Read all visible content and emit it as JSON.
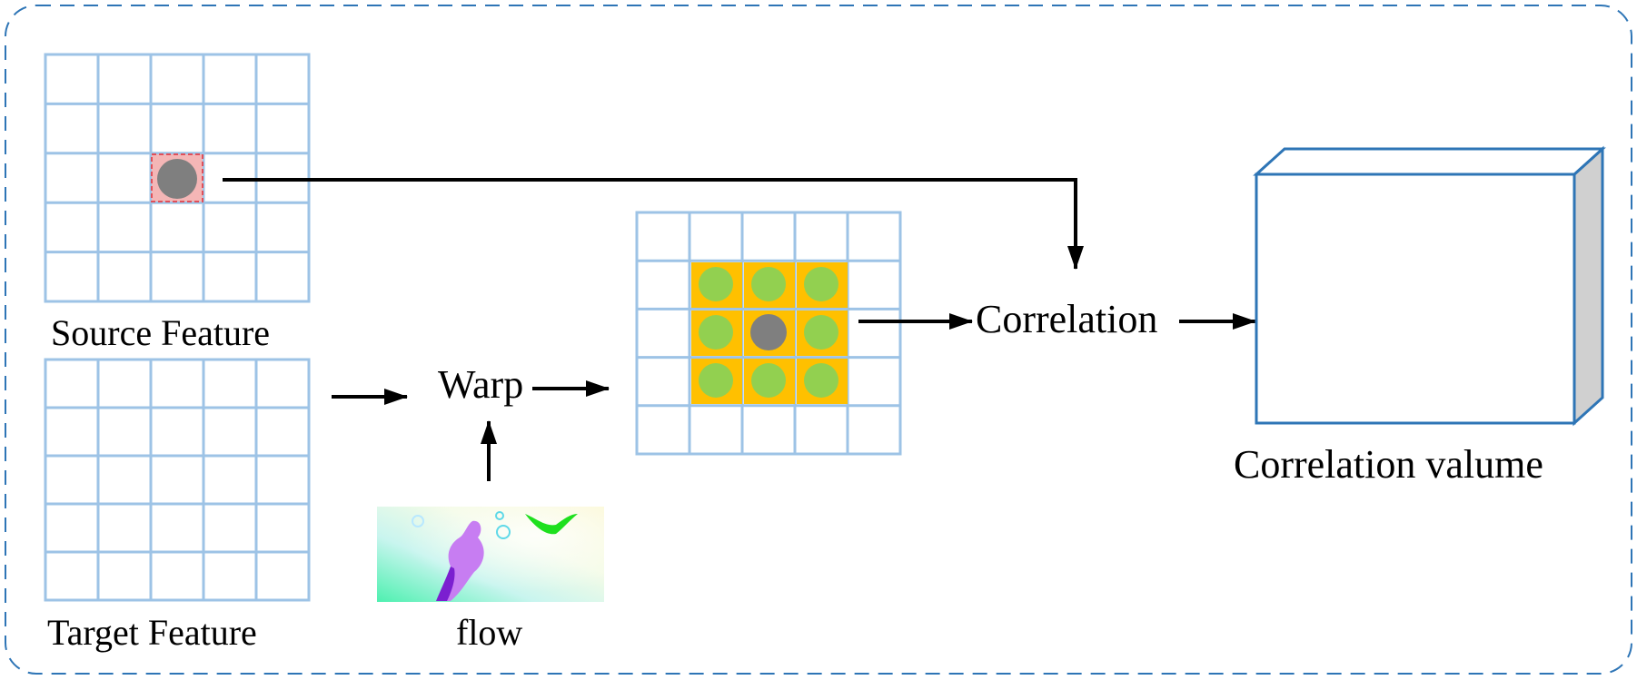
{
  "labels": {
    "source_feature": "Source Feature",
    "target_feature": "Target Feature",
    "warp": "Warp",
    "flow": "flow",
    "correlation": "Correlation",
    "correlation_volume": "Correlation valume"
  },
  "colors": {
    "frame_dash": "#2e75b6",
    "grid_line": "#9dc3e6",
    "source_highlight_fill": "#f4b6b6",
    "source_highlight_border": "#e0505a",
    "center_point": "#7f7f7f",
    "neighborhood_fill": "#ffc000",
    "neighbor_point": "#92d050",
    "volume_edge": "#2e75b6",
    "volume_side": "#d0d0d0",
    "arrow": "#000000"
  },
  "icons": {
    "flow_map": "optical-flow-visualization-image"
  }
}
